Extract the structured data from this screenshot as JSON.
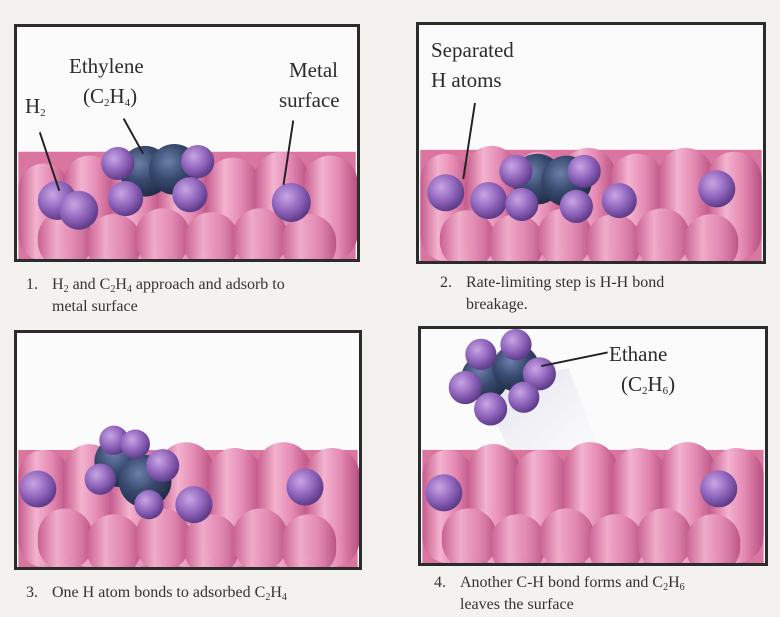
{
  "panels": [
    {
      "labels": {
        "h2": "H",
        "h2_sub": "2",
        "ethylene": "Ethylene",
        "ethylene_formula_pre": "(C",
        "ethylene_sub1": "2",
        "ethylene_mid": "H",
        "ethylene_sub2": "4",
        "ethylene_post": ")",
        "metal_line1": "Metal",
        "metal_line2": "surface"
      },
      "caption": {
        "number": "1.",
        "t1": "H",
        "s1": "2",
        "t2": " and C",
        "s2": "2",
        "t3": "H",
        "s3": "4",
        "t4": " approach and adsorb to",
        "line2": "metal surface"
      }
    },
    {
      "labels": {
        "separated_line1": "Separated",
        "separated_line2": "H atoms"
      },
      "caption": {
        "number": "2.",
        "line1": "Rate-limiting step is H-H bond",
        "line2": "breakage."
      }
    },
    {
      "caption": {
        "number": "3.",
        "t1": "One H atom bonds to adsorbed C",
        "s1": "2",
        "t2": "H",
        "s2": "4"
      }
    },
    {
      "labels": {
        "ethane": "Ethane",
        "ethane_formula_pre": "(C",
        "ethane_sub1": "2",
        "ethane_mid": "H",
        "ethane_sub2": "6",
        "ethane_post": ")"
      },
      "caption": {
        "number": "4.",
        "t1": "Another C-H bond forms and C",
        "s1": "2",
        "t2": "H",
        "s2": "6",
        "line2": "leaves the surface"
      }
    }
  ],
  "colors": {
    "metal": "#e38fb4",
    "metal_dark": "#c45d8c",
    "hydrogen": "#9a6fc2",
    "carbon": "#3a4a70",
    "frame": "#2b2b2b"
  }
}
